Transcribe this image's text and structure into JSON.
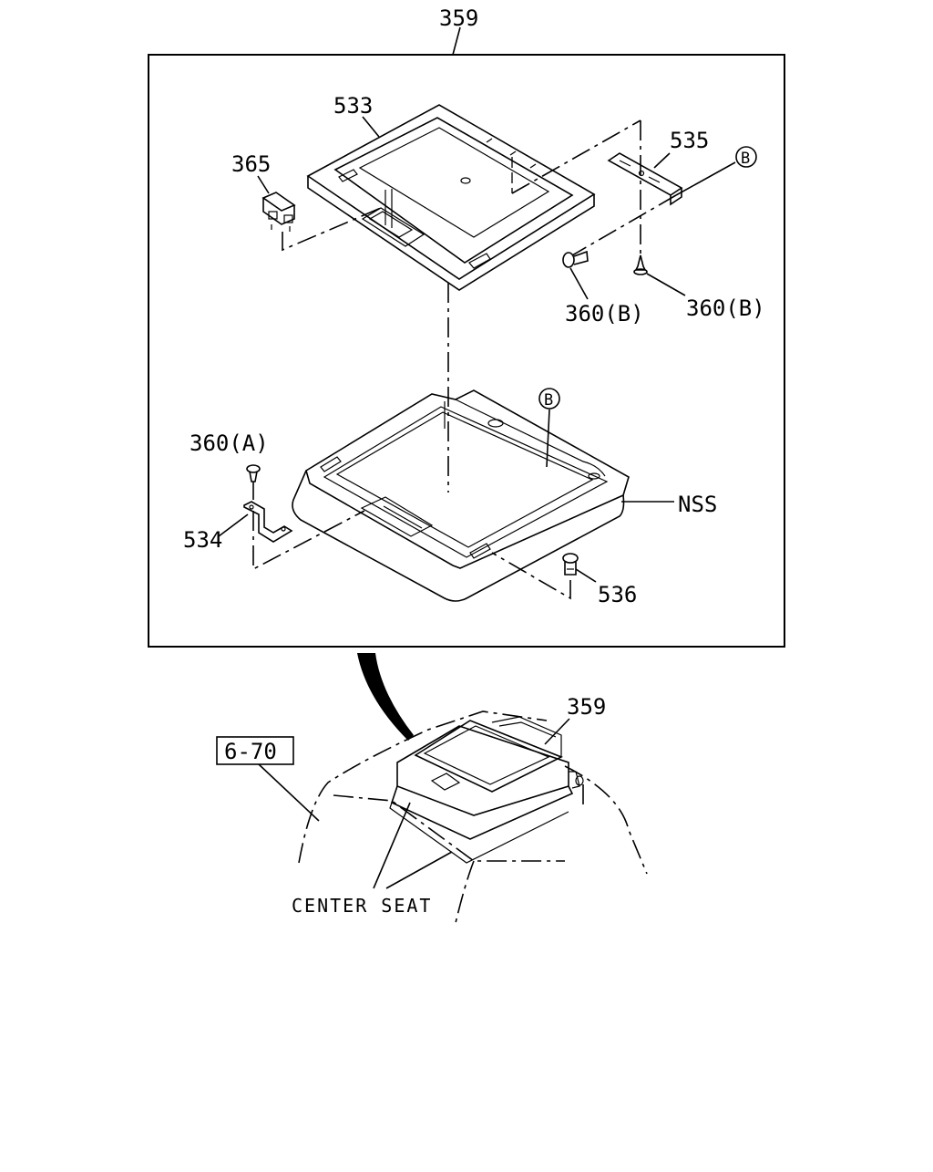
{
  "labels": {
    "assembly_top": "359",
    "cover": "533",
    "switch": "365",
    "bracket_right": "535",
    "ref_b_circle_top": "B",
    "screw_b_left": "360(B)",
    "screw_b_right": "360(B)",
    "screw_a": "360(A)",
    "ref_b_circle_mid": "B",
    "nss": "NSS",
    "bracket_left": "534",
    "clip": "536",
    "assembly_lower": "359",
    "ref_box": "6-70",
    "center_seat": "CENTER SEAT"
  }
}
